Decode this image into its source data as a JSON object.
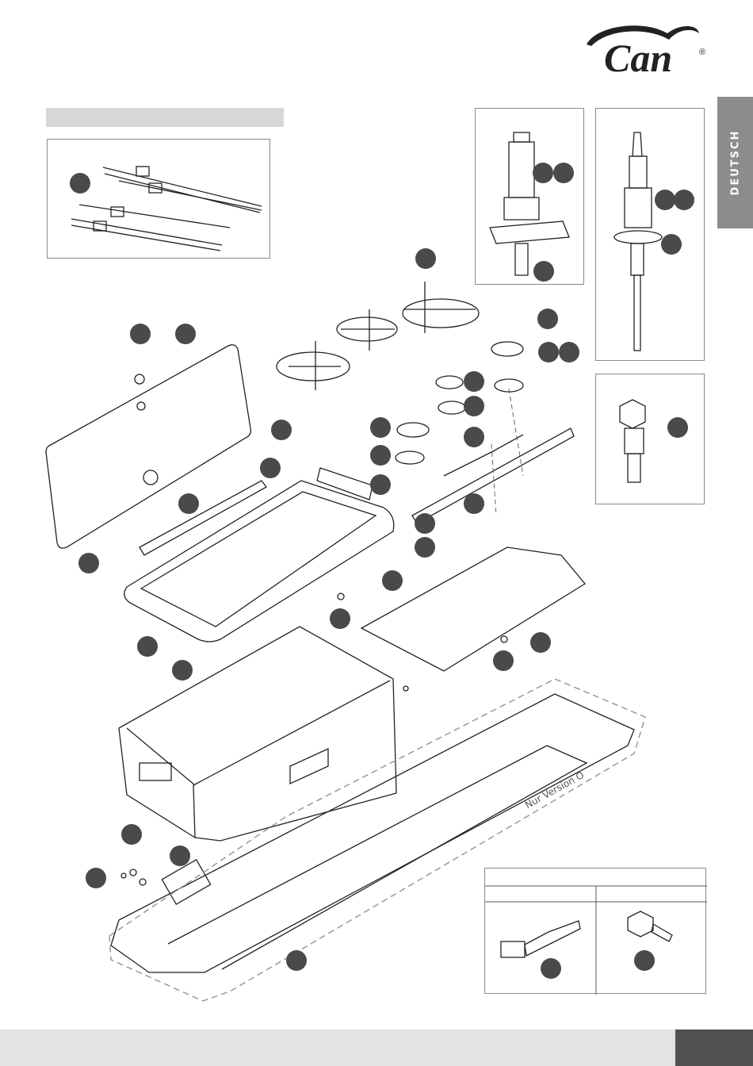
{
  "header": {
    "brand": "Can",
    "brand_mark": "®",
    "language_tab": "DEUTSCH"
  },
  "labels": {
    "version_note": "Nur Version O"
  },
  "colors": {
    "callout": "#4a4a4a",
    "tab": "#8c8c8c",
    "footer": "#e3e3e3",
    "footer_page": "#505050"
  }
}
